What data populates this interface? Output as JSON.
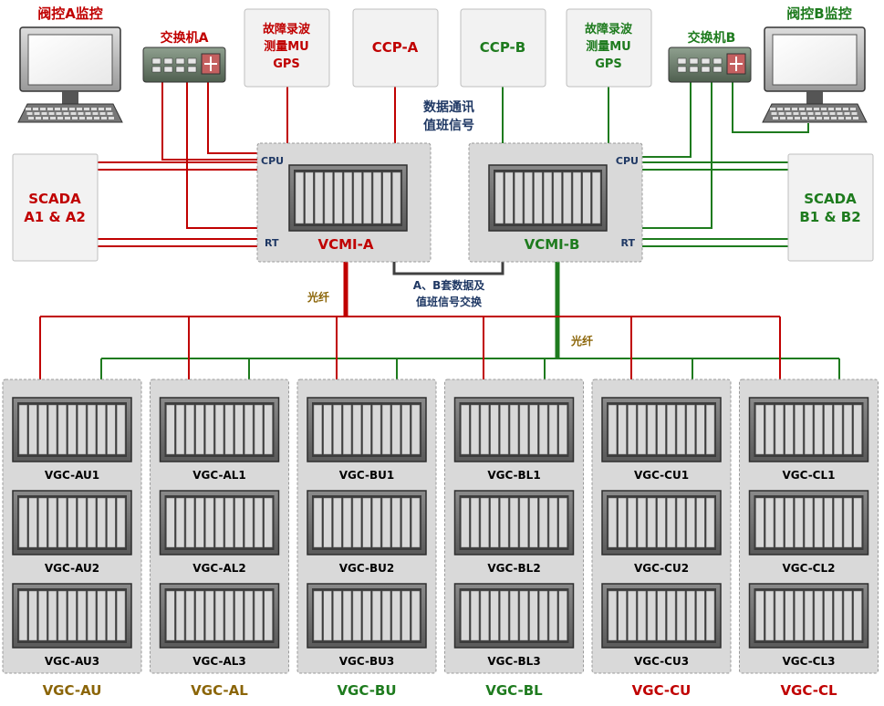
{
  "colors": {
    "side_a": "#c00000",
    "side_b": "#1e7b1e",
    "exchange_link": "#404040",
    "label_navy": "#1f3864",
    "fiber_label": "#8b6508"
  },
  "monitors": {
    "a_label": "阀控A监控",
    "b_label": "阀控B监控"
  },
  "switches": {
    "a_label": "交换机A",
    "b_label": "交换机B"
  },
  "boxes": {
    "fault_a": [
      "故障录波",
      "测量MU",
      "GPS"
    ],
    "ccp_a": "CCP-A",
    "ccp_b": "CCP-B",
    "fault_b": [
      "故障录波",
      "测量MU",
      "GPS"
    ]
  },
  "data_signal": [
    "数据通讯",
    "值班信号"
  ],
  "scada": {
    "a": [
      "SCADA",
      "A1 & A2"
    ],
    "b": [
      "SCADA",
      "B1 & B2"
    ]
  },
  "vcmi": {
    "a": {
      "name": "VCMI-A",
      "cpu": "CPU",
      "rt": "RT"
    },
    "b": {
      "name": "VCMI-B",
      "cpu": "CPU",
      "rt": "RT"
    }
  },
  "exchange": [
    "A、B套数据及",
    "值班信号交换"
  ],
  "fiber_a": "光纤",
  "fiber_b": "光纤",
  "groups": [
    {
      "name": "VGC-AU",
      "units": [
        "VGC-AU1",
        "VGC-AU2",
        "VGC-AU3"
      ],
      "color": "#8b6508"
    },
    {
      "name": "VGC-AL",
      "units": [
        "VGC-AL1",
        "VGC-AL2",
        "VGC-AL3"
      ],
      "color": "#8b6508"
    },
    {
      "name": "VGC-BU",
      "units": [
        "VGC-BU1",
        "VGC-BU2",
        "VGC-BU3"
      ],
      "color": "#1e7b1e"
    },
    {
      "name": "VGC-BL",
      "units": [
        "VGC-BL1",
        "VGC-BL2",
        "VGC-BL3"
      ],
      "color": "#1e7b1e"
    },
    {
      "name": "VGC-CU",
      "units": [
        "VGC-CU1",
        "VGC-CU2",
        "VGC-CU3"
      ],
      "color": "#c00000"
    },
    {
      "name": "VGC-CL",
      "units": [
        "VGC-CL1",
        "VGC-CL2",
        "VGC-CL3"
      ],
      "color": "#c00000"
    }
  ]
}
